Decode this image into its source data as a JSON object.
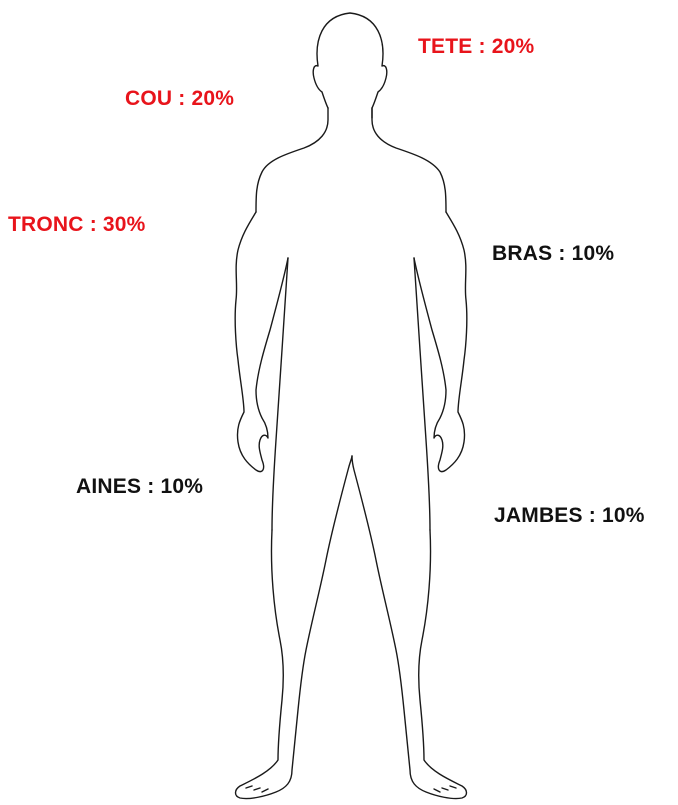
{
  "colors": {
    "highlight": "#e8141b",
    "normal": "#111111",
    "outline": "#1a1a1a"
  },
  "figure": {
    "icon": "human-body-outline-icon"
  },
  "labels": {
    "tete": {
      "text": "TETE : 20%",
      "part": "TETE",
      "percent": 20,
      "highlighted": true
    },
    "cou": {
      "text": "COU : 20%",
      "part": "COU",
      "percent": 20,
      "highlighted": true
    },
    "tronc": {
      "text": "TRONC : 30%",
      "part": "TRONC",
      "percent": 30,
      "highlighted": true
    },
    "bras": {
      "text": "BRAS : 10%",
      "part": "BRAS",
      "percent": 10,
      "highlighted": false
    },
    "aines": {
      "text": "AINES : 10%",
      "part": "AINES",
      "percent": 10,
      "highlighted": false
    },
    "jambes": {
      "text": "JAMBES : 10%",
      "part": "JAMBES",
      "percent": 10,
      "highlighted": false
    }
  }
}
